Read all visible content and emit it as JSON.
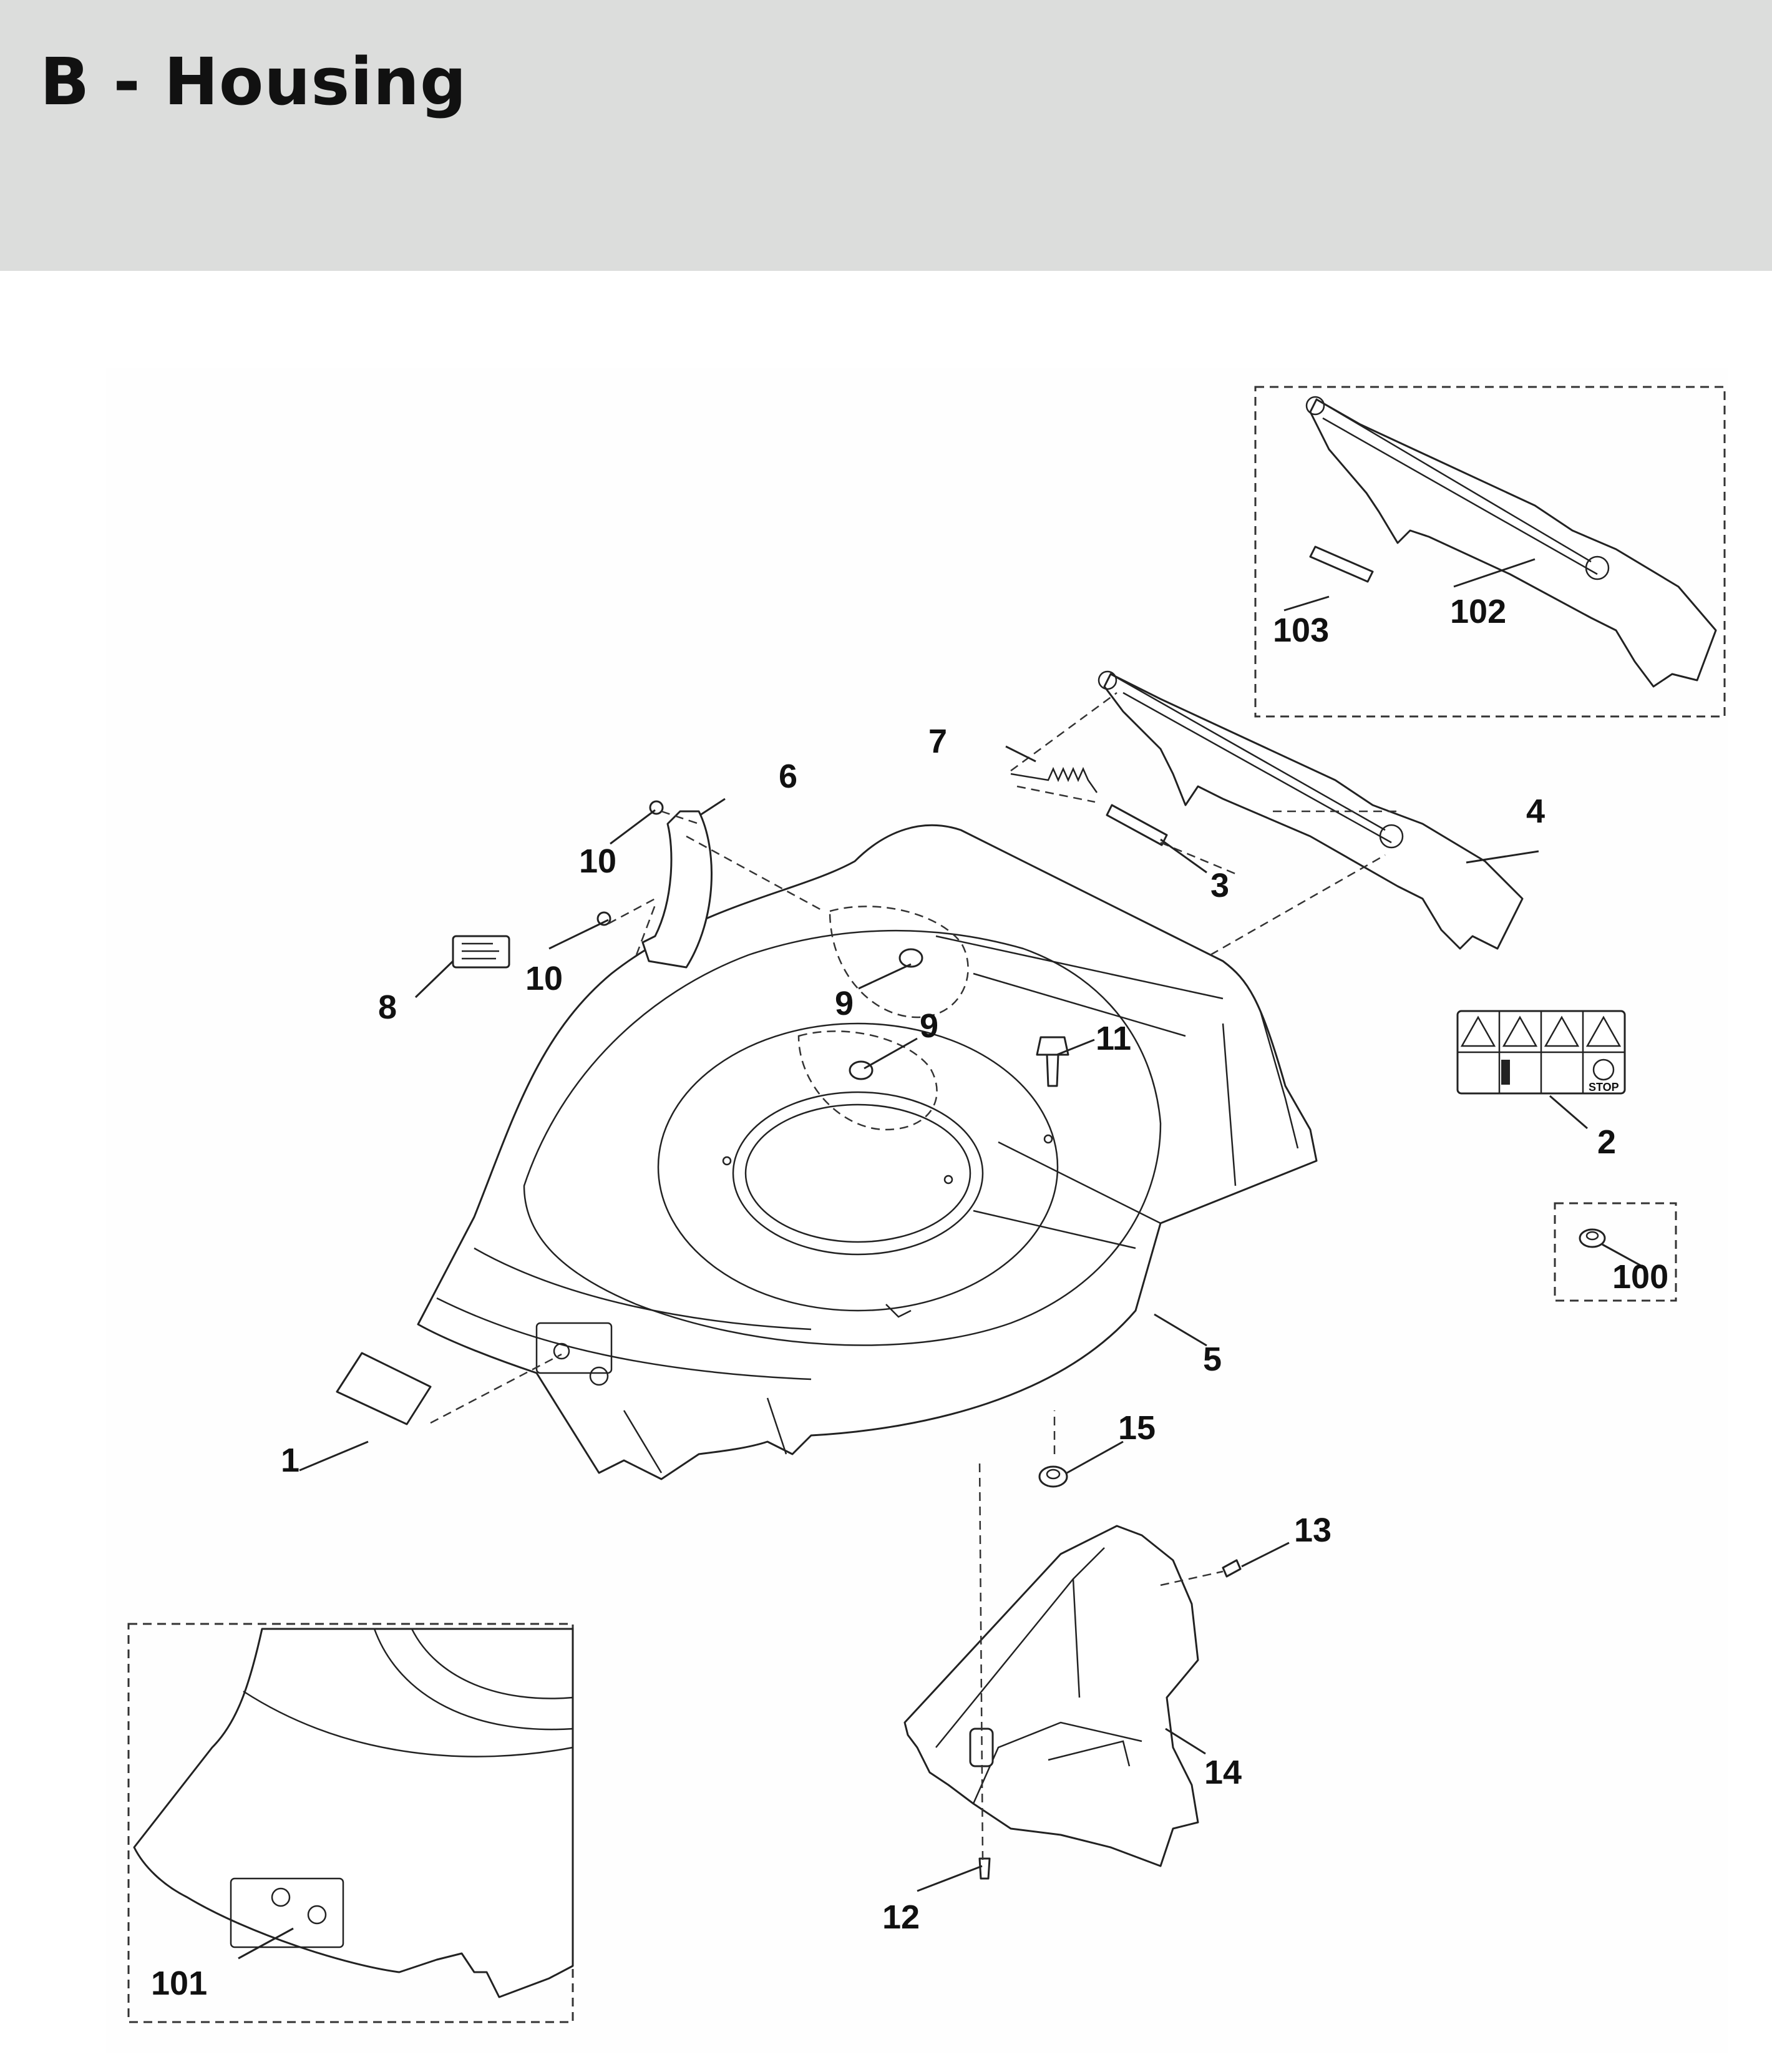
{
  "header": {
    "title": "B - Housing"
  },
  "callouts": [
    "1",
    "2",
    "3",
    "4",
    "5",
    "6",
    "7",
    "8",
    "9",
    "9",
    "10",
    "10",
    "11",
    "12",
    "13",
    "14",
    "15",
    "100",
    "101",
    "102",
    "103"
  ],
  "decal_2": {
    "stop_text": "STOP"
  },
  "colors": {
    "header_bg": "#dcdddc",
    "line": "#222222"
  }
}
